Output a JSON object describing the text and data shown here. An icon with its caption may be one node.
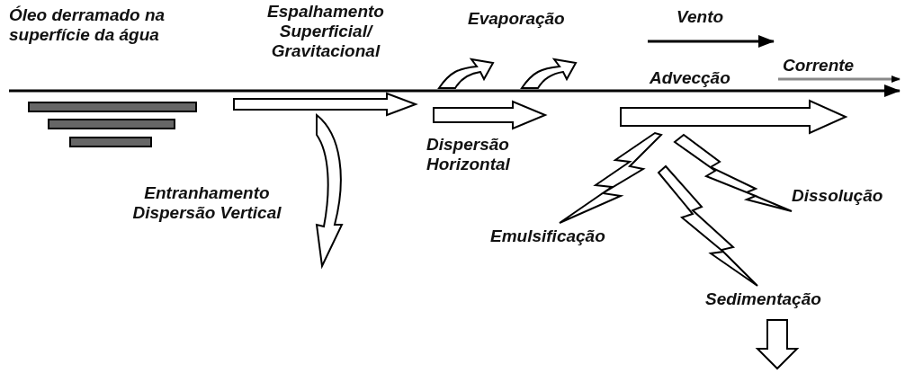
{
  "diagram": {
    "labels": [
      "Óleo derramado na superfície da água",
      "Espalhamento Superficial/ Gravitacional",
      "Evaporação",
      "Vento",
      "Corrente",
      "Advecção",
      "Dispersão Horizontal",
      "Entranhamento Dispersão Vertical",
      "Dissolução",
      "Emulsificação",
      "Sedimentação"
    ]
  }
}
